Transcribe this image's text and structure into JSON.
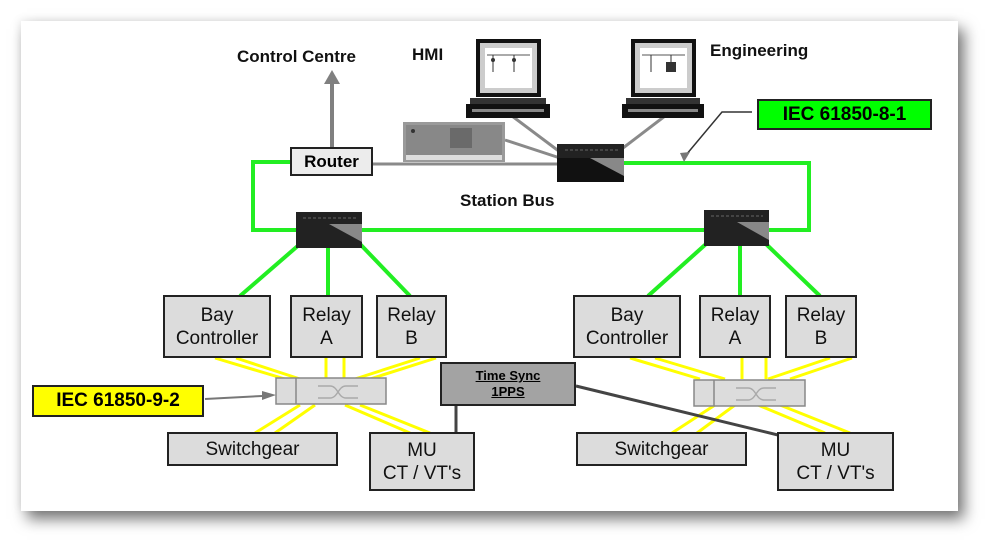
{
  "title_labels": {
    "control_centre": "Control Centre",
    "hmi": "HMI",
    "engineering": "Engineering",
    "station_bus": "Station Bus"
  },
  "router": {
    "label": "Router"
  },
  "standards": {
    "station_bus_protocol": {
      "label": "IEC 61850-8-1",
      "color": "#00ff00"
    },
    "process_bus_protocol": {
      "label": "IEC 61850-9-2",
      "color": "#ffff00"
    }
  },
  "time_sync": {
    "line1": "Time Sync",
    "line2": "1PPS"
  },
  "bays": [
    {
      "bay_controller": {
        "line1": "Bay",
        "line2": "Controller"
      },
      "relay_a": {
        "line1": "Relay",
        "line2": "A"
      },
      "relay_b": {
        "line1": "Relay",
        "line2": "B"
      },
      "switchgear": {
        "label": "Switchgear"
      },
      "merging_unit": {
        "line1": "MU",
        "line2": "CT / VT's"
      }
    },
    {
      "bay_controller": {
        "line1": "Bay",
        "line2": "Controller"
      },
      "relay_a": {
        "line1": "Relay",
        "line2": "A"
      },
      "relay_b": {
        "line1": "Relay",
        "line2": "B"
      },
      "switchgear": {
        "label": "Switchgear"
      },
      "merging_unit": {
        "line1": "MU",
        "line2": "CT / VT's"
      }
    }
  ],
  "colors": {
    "station_bus": "#22ee22",
    "process_bus": "#ffff00",
    "box_fill": "#dcdcdc",
    "time_sync_fill": "#a3a3a3"
  }
}
